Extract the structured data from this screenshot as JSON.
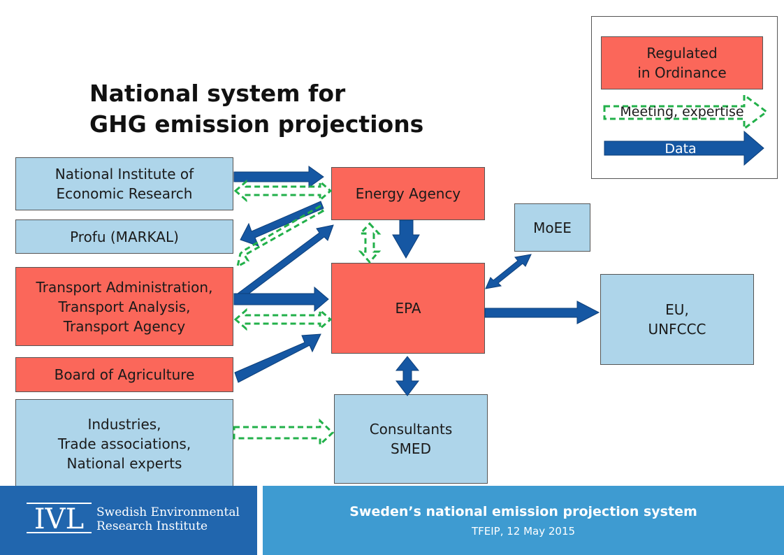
{
  "title": "National system for\nGHG emission projections",
  "nodes": {
    "nier": "National Institute of\nEconomic Research",
    "profu": "Profu (MARKAL)",
    "transport": "Transport Administration,\nTransport Analysis,\nTransport Agency",
    "agriculture": "Board of Agriculture",
    "industries": "Industries,\nTrade associations,\nNational experts",
    "energy": "Energy Agency",
    "epa": "EPA",
    "consultants": "Consultants\nSMED",
    "moee": "MoEE",
    "eu": "EU,\nUNFCCC"
  },
  "legend": {
    "regulated": "Regulated\nin Ordinance",
    "meeting": "Meeting, expertise",
    "data": "Data"
  },
  "colors": {
    "regulated": "#fb675a",
    "other": "#aed5ea",
    "data_arrow": "#1557a3",
    "meeting_arrow": "#22b04a"
  },
  "footer": {
    "title": "Sweden’s national emission projection system",
    "subtitle": "TFEIP, 12 May 2015",
    "logo_mark": "IVL",
    "logo_text": "Swedish Environmental\nResearch Institute"
  }
}
